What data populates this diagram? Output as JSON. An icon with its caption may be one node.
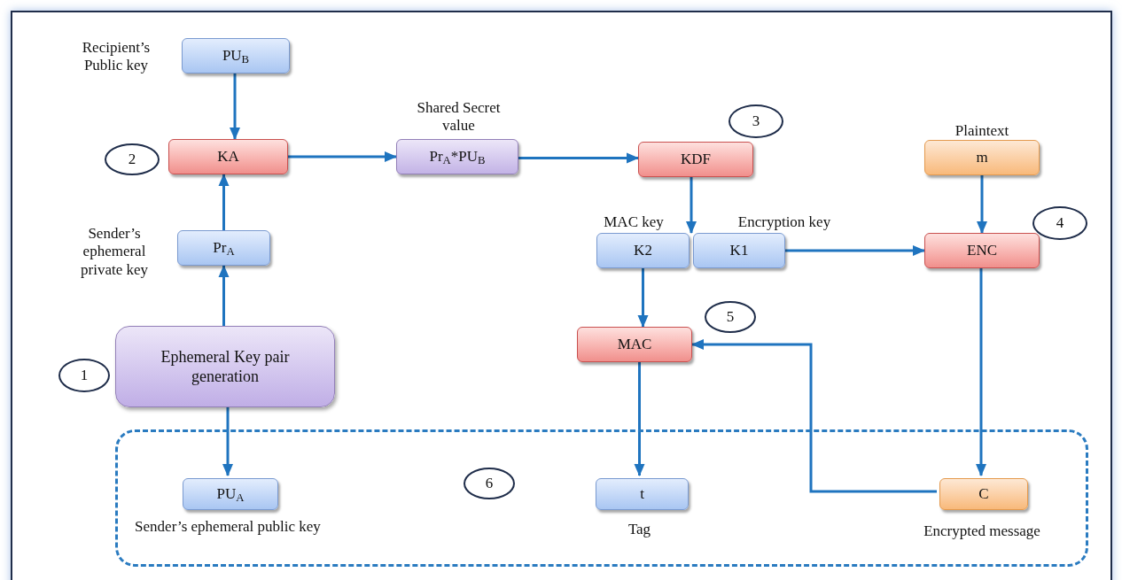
{
  "diagram": {
    "nodes": [
      {
        "text": [
          "PU$_{B}$"
        ],
        "beside": [
          "Recipient’s Public key"
        ]
      },
      {
        "text": [
          "KA"
        ]
      },
      {
        "text": [
          "Pr$_{A}$*PU$_{B}$"
        ],
        "beside": [
          "Shared Secret value"
        ]
      },
      {
        "text": [
          "KDF"
        ]
      },
      {
        "text": [
          "m"
        ],
        "beside": [
          "Plaintext"
        ]
      },
      {
        "text": [
          "K2"
        ],
        "beside": [
          "MAC key"
        ]
      },
      {
        "text": [
          "K1"
        ],
        "beside": [
          "Encryption key"
        ]
      },
      {
        "text": [
          "ENC"
        ]
      },
      {
        "text": [
          "Pr$_{A}$"
        ],
        "beside": [
          "Sender’s ephemeral private key"
        ]
      },
      {
        "text": [
          "MAC"
        ]
      },
      {
        "text": [
          "Ephemeral Key pair generation"
        ]
      },
      {
        "text": [],
        "shape": "box"
      },
      {
        "text": [
          "PU$_{A}$"
        ],
        "in": 11,
        "beside": [
          "Sender’s ephemeral public key"
        ]
      },
      {
        "text": [
          "t"
        ],
        "in": 11,
        "beside": [
          "Tag"
        ]
      },
      {
        "text": [
          "C"
        ],
        "in": 11,
        "beside": [
          "Encrypted message"
        ]
      },
      {
        "text": [
          "2"
        ]
      },
      {
        "text": [
          "3"
        ]
      },
      {
        "text": [
          "4"
        ]
      },
      {
        "text": [
          "5"
        ]
      },
      {
        "text": [
          "1"
        ]
      },
      {
        "text": [
          "6"
        ],
        "in": 11
      }
    ],
    "edges": [
      {
        "from": 0,
        "to": 1,
        "arrow": "to"
      },
      {
        "from": 8,
        "to": 1,
        "arrow": "to"
      },
      {
        "from": 1,
        "to": 2,
        "arrow": "to"
      },
      {
        "from": 2,
        "to": 3,
        "arrow": "to"
      },
      {
        "from": 3,
        "to": 5,
        "arrow": "to"
      },
      {
        "from": 3,
        "to": 6,
        "arrow": "to"
      },
      {
        "from": 4,
        "to": 7,
        "arrow": "to"
      },
      {
        "from": 6,
        "to": 7,
        "arrow": "to"
      },
      {
        "from": 5,
        "to": 9,
        "arrow": "to"
      },
      {
        "from": 10,
        "to": 8,
        "arrow": "to"
      },
      {
        "from": 10,
        "to": 12,
        "arrow": "to"
      },
      {
        "from": 9,
        "to": 13,
        "arrow": "to"
      },
      {
        "from": 7,
        "to": 14,
        "arrow": "to"
      },
      {
        "from": 14,
        "to": 9,
        "arrow": "to"
      }
    ]
  }
}
